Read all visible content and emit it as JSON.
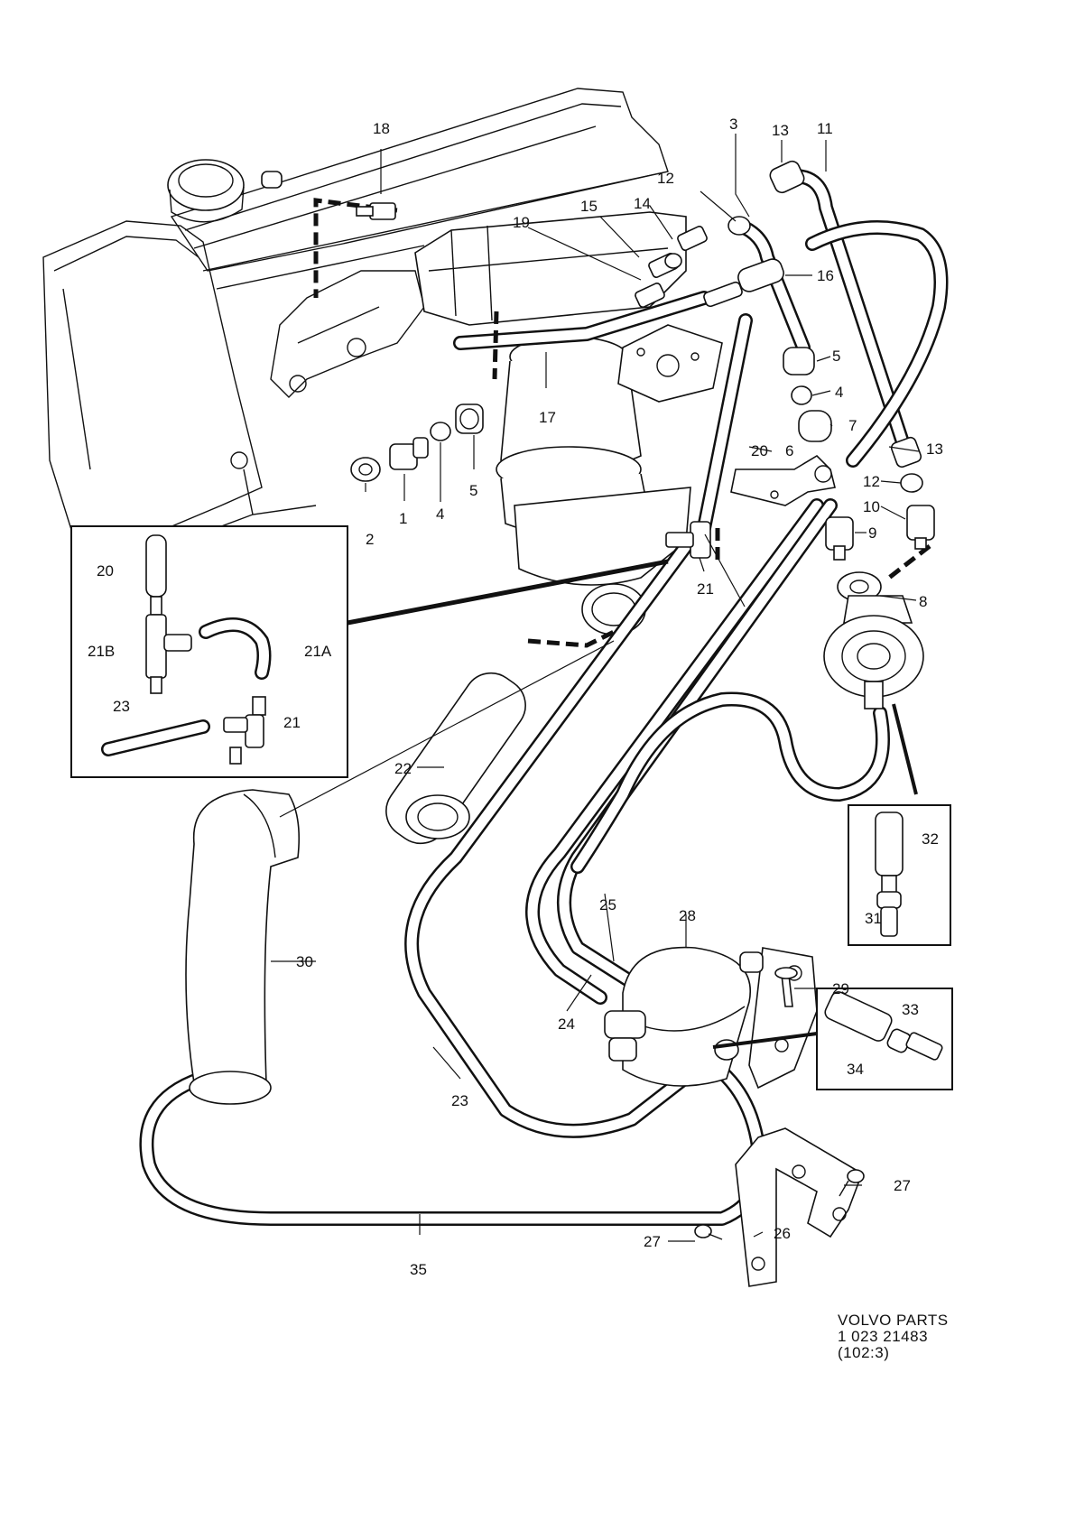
{
  "callouts": {
    "c1": "1",
    "c2": "2",
    "c3": "3",
    "c4a": "4",
    "c4b": "4",
    "c5a": "5",
    "c5b": "5",
    "c6": "6",
    "c7": "7",
    "c8": "8",
    "c9": "9",
    "c10": "10",
    "c11": "11",
    "c12a": "12",
    "c12b": "12",
    "c13a": "13",
    "c13b": "13",
    "c14": "14",
    "c15": "15",
    "c16": "16",
    "c17": "17",
    "c18": "18",
    "c19": "19",
    "c20a": "20",
    "c20b": "20",
    "c21a": "21",
    "c21b": "21",
    "c21A": "21A",
    "c21B": "21B",
    "c22": "22",
    "c23a": "23",
    "c23b": "23",
    "c24": "24",
    "c25": "25",
    "c26": "26",
    "c27a": "27",
    "c27b": "27",
    "c28": "28",
    "c29": "29",
    "c30": "30",
    "c31": "31",
    "c32": "32",
    "c33": "33",
    "c34": "34",
    "c35": "35"
  },
  "footer": {
    "brand": "VOLVO PARTS",
    "number": "1 023 21483",
    "ref": "(102:3)"
  }
}
